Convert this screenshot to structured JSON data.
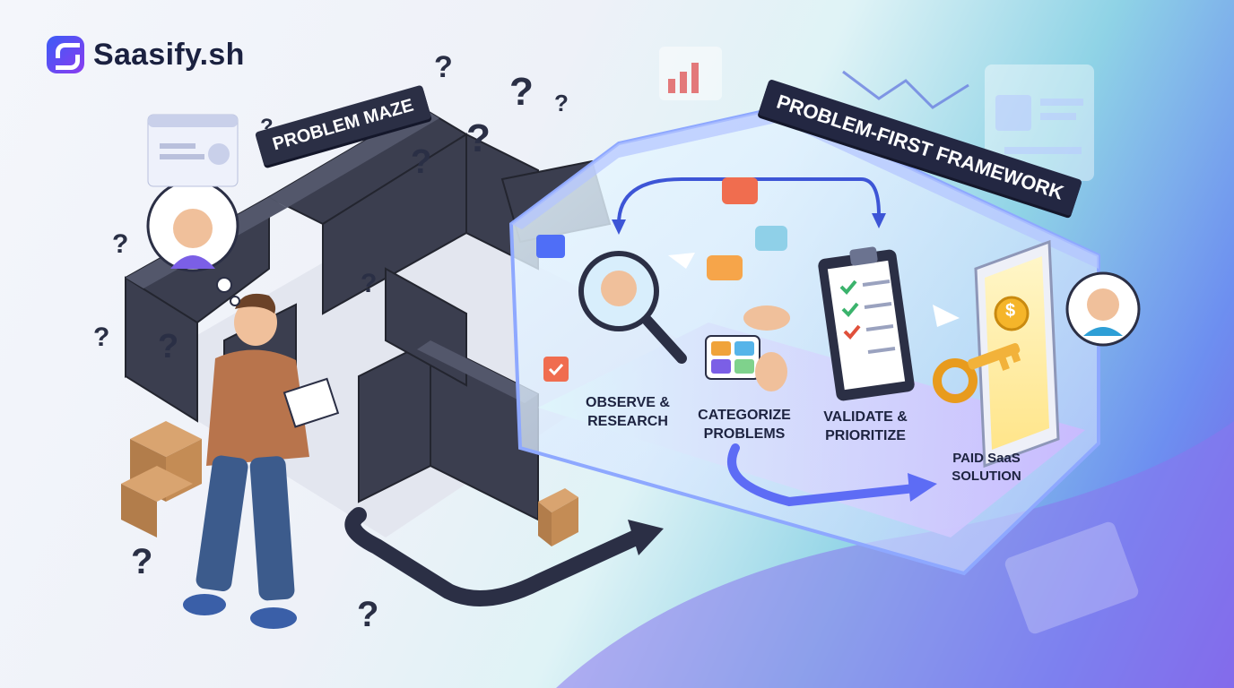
{
  "brand": {
    "name": "Saasify.sh"
  },
  "maze": {
    "label": "PROBLEM MAZE"
  },
  "framework": {
    "label": "PROBLEM-FIRST FRAMEWORK",
    "steps": [
      {
        "label": "OBSERVE &\nRESEARCH"
      },
      {
        "label": "CATEGORIZE\nPROBLEMS"
      },
      {
        "label": "VALIDATE &\nPRIORITIZE"
      },
      {
        "label": "PAID SaaS\nSOLUTION"
      }
    ]
  },
  "decor": {
    "question_mark": "?",
    "coin_symbol": "$"
  },
  "colors": {
    "accent_blue": "#4f6ef7",
    "accent_purple": "#7b5fe6",
    "maze_dark": "#3a3d4d",
    "glow_cyan": "#9fe6f5"
  }
}
